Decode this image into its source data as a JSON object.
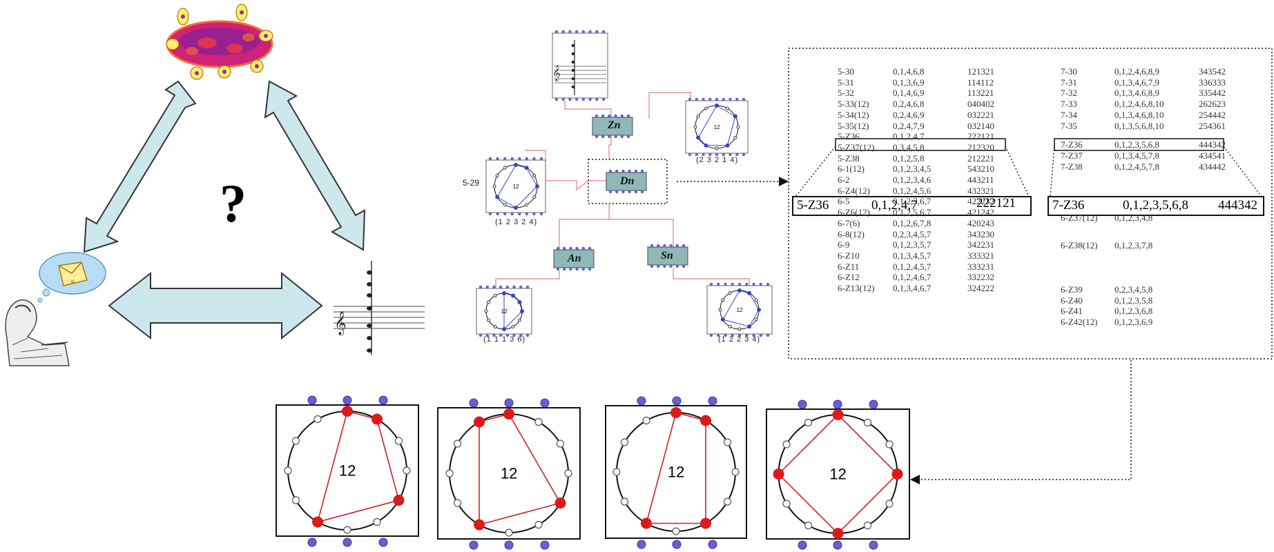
{
  "question_mark": "?",
  "patch": {
    "left_label": "5-29",
    "small_clock_number": "12",
    "modules": [
      {
        "name": "Zn",
        "color": "#e04040"
      },
      {
        "name": "Dn",
        "color": "#e04040"
      },
      {
        "name": "An",
        "color": "#30d0e0"
      },
      {
        "name": "Sn",
        "color": "#30e030"
      }
    ],
    "clock_labels": {
      "top_right": "(2 3 2 1 4)",
      "left": "(1 2 3 2 4)",
      "bottom_left": "(1 1 1 3 6)",
      "bottom_right": "(1 2 2 3 4)"
    }
  },
  "table": {
    "left_rows": [
      [
        "5-30",
        "0,1,4,6,8",
        "121321"
      ],
      [
        "5-31",
        "0,1,3,6,9",
        "114112"
      ],
      [
        "5-32",
        "0,1,4,6,9",
        "113221"
      ],
      [
        "5-33(12)",
        "0,2,4,6,8",
        "040402"
      ],
      [
        "5-34(12)",
        "0,2,4,6,9",
        "032221"
      ],
      [
        "5-35(12)",
        "0,2,4,7,9",
        "032140"
      ],
      [
        "5-Z36",
        "0,1,2,4,7",
        "222121"
      ],
      [
        "5-Z37(12)",
        "0,3,4,5,8",
        "212320"
      ],
      [
        "5-Z38",
        "0,1,2,5,8",
        "212221"
      ],
      [
        "6-1(12)",
        "0,1,2,3,4,5",
        "543210"
      ],
      [
        "6-2",
        "0,1,2,3,4,6",
        "443211"
      ],
      [
        "6-Z4(12)",
        "0,1,2,4,5,6",
        "432321"
      ],
      [
        "6-5",
        "0,1,2,3,6,7",
        "422232"
      ],
      [
        "6-Z6(12)",
        "0,1,2,5,6,7",
        "421242"
      ],
      [
        "6-7(6)",
        "0,1,2,6,7,8",
        "420243"
      ],
      [
        "6-8(12)",
        "0,2,3,4,5,7",
        "343230"
      ],
      [
        "6-9",
        "0,1,2,3,5,7",
        "342231"
      ],
      [
        "6-Z10",
        "0,1,3,4,5,7",
        "333321"
      ],
      [
        "6-Z11",
        "0,1,2,4,5,7",
        "333231"
      ],
      [
        "6-Z12",
        "0,1,2,4,6,7",
        "332232"
      ],
      [
        "6-Z13(12)",
        "0,1,3,4,6,7",
        "324222"
      ]
    ],
    "right_rows": [
      [
        "7-30",
        "0,1,2,4,6,8,9",
        "343542"
      ],
      [
        "7-31",
        "0,1,3,4,6,7,9",
        "336333"
      ],
      [
        "7-32",
        "0,1,3,4,6,8,9",
        "335442"
      ],
      [
        "7-33",
        "0,1,2,4,6,8,10",
        "262623"
      ],
      [
        "7-34",
        "0,1,3,4,6,8,10",
        "254442"
      ],
      [
        "7-35",
        "0,1,3,5,6,8,10",
        "254361"
      ],
      [
        "7-Z36",
        "0,1,2,3,5,6,8",
        "444342"
      ],
      [
        "7-Z37",
        "0,1,3,4,5,7,8",
        "434541"
      ],
      [
        "7-Z38",
        "0,1,2,4,5,7,8",
        "434442"
      ],
      [
        "6-Z37(12)",
        "0,1,2,3,4,8",
        ""
      ],
      [
        "6-Z38(12)",
        "0,1,2,3,7,8",
        ""
      ],
      [
        "6-Z39",
        "0,2,3,4,5,8",
        ""
      ],
      [
        "6-Z40",
        "0,1,2,3,5,8",
        ""
      ],
      [
        "6-Z41",
        "0,1,2,3,6,8",
        ""
      ],
      [
        "6-Z42(12)",
        "0,1,2,3,6,9",
        ""
      ]
    ],
    "zoom_left": {
      "name": "5-Z36",
      "pcs": "0,1,2,4,7",
      "vector": "222121"
    },
    "zoom_right": {
      "name": "7-Z36",
      "pcs": "0,1,2,3,5,6,8",
      "vector": "444342"
    }
  },
  "clocks": {
    "number": "12",
    "sets": [
      [
        0,
        1,
        4,
        7
      ],
      [
        0,
        4,
        7,
        11
      ],
      [
        0,
        1,
        5,
        7
      ],
      [
        0,
        3,
        6,
        9
      ]
    ]
  },
  "colors": {
    "arrow_fill": "#cde8ec",
    "arrow_stroke": "#333333",
    "red": "#dd1a1a",
    "blue_dot": "#6a5fd0",
    "module": "#8fb8b6"
  }
}
